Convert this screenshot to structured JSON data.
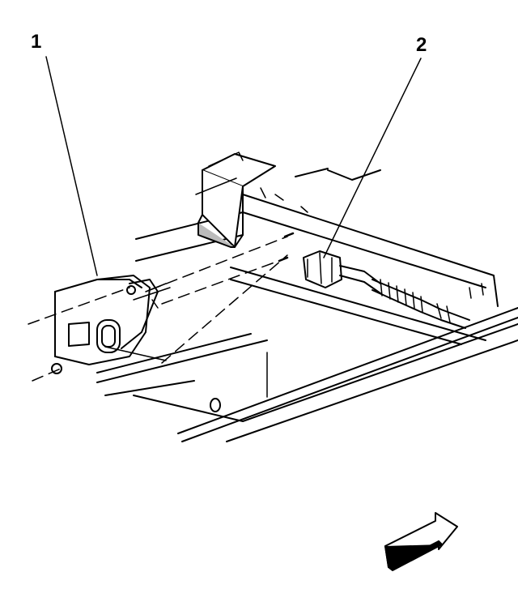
{
  "diagram": {
    "callouts": [
      {
        "id": "1",
        "label": "1"
      },
      {
        "id": "2",
        "label": "2"
      }
    ],
    "orientation_arrow_icon": "forward-arrow-icon",
    "line_color": "#000000",
    "background_color": "#ffffff"
  }
}
